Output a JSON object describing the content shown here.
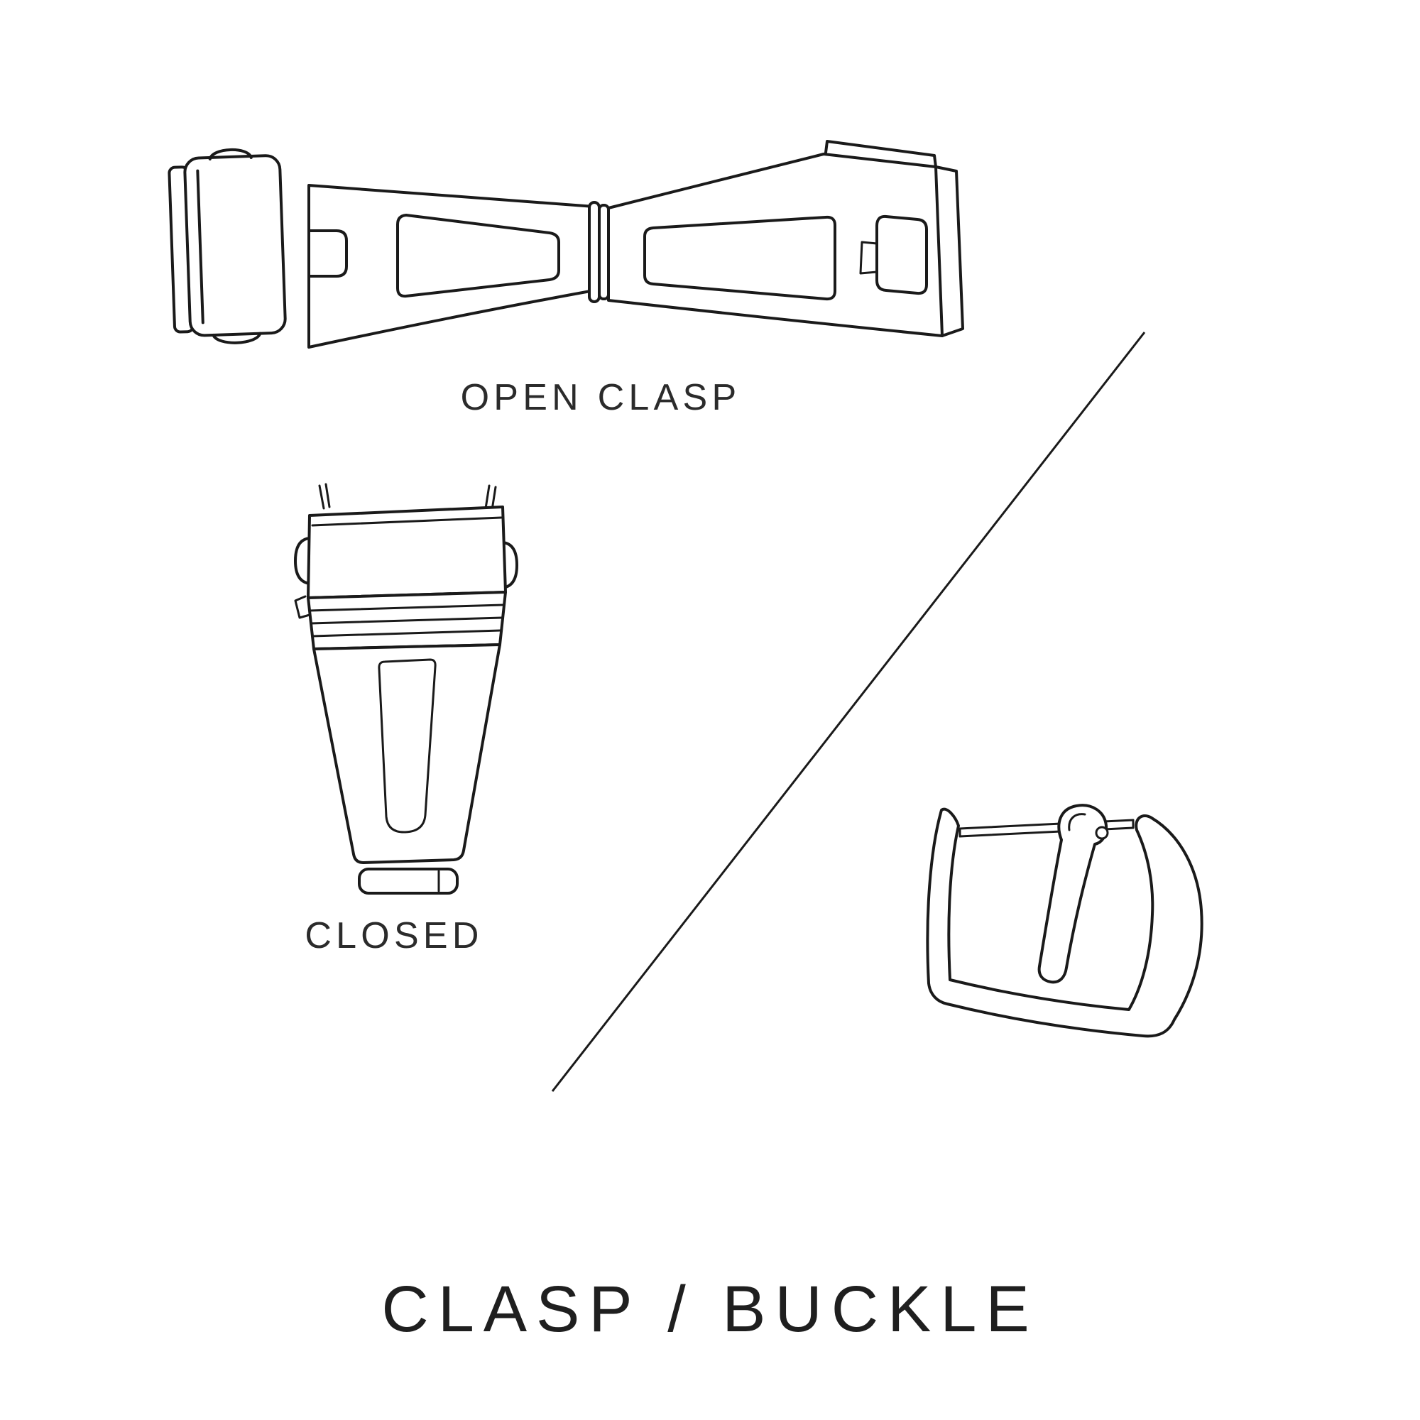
{
  "diagram": {
    "title": "CLASP / BUCKLE",
    "labels": {
      "open_clasp": "OPEN CLASP",
      "closed": "CLOSED"
    },
    "figures": {
      "open_clasp": "open-clasp-illustration",
      "closed_clasp": "closed-clasp-illustration",
      "buckle": "buckle-illustration",
      "divider": "diagonal-divider-line"
    },
    "colors": {
      "background": "#ffffff",
      "ink": "#1a1a1a"
    }
  }
}
